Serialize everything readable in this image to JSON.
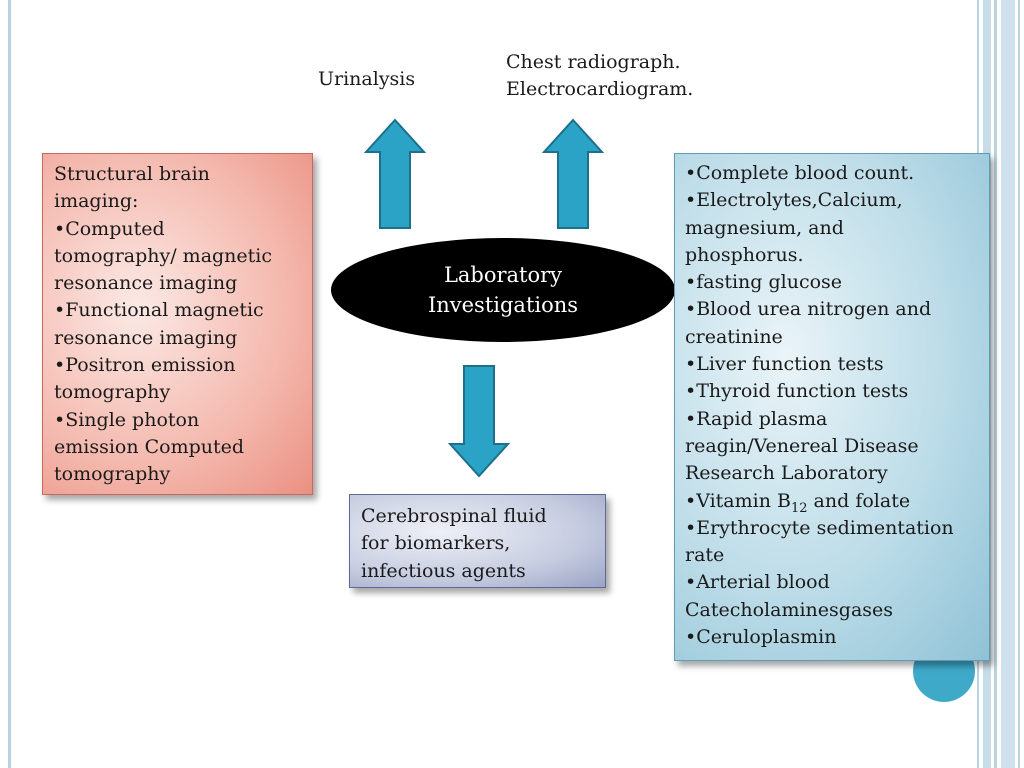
{
  "labels": {
    "top_left": "Urinalysis",
    "top_right": "Chest radiograph.\nElectrocardiogram.",
    "center": "Laboratory\nInvestigations"
  },
  "left_box": {
    "lines": [
      "Structural brain",
      "imaging:",
      "•Computed",
      "tomography/ magnetic",
      "resonance imaging",
      "•Functional magnetic",
      "resonance imaging",
      "•Positron emission",
      "tomography",
      "•Single photon",
      "emission Computed",
      "tomography"
    ]
  },
  "right_box": {
    "lines_before": [
      "•Complete blood count.",
      "•Electrolytes,Calcium,",
      "magnesium, and",
      "phosphorus.",
      "•fasting glucose",
      "•Blood urea nitrogen and",
      "creatinine",
      "•Liver function tests",
      "•Thyroid function tests",
      "•Rapid plasma",
      "reagin/Venereal Disease",
      "Research Laboratory"
    ],
    "vitamin_prefix": "•Vitamin B",
    "vitamin_sub": "12",
    "vitamin_suffix": " and folate",
    "lines_after": [
      "•Erythrocyte sedimentation",
      "rate",
      "•Arterial blood",
      "Catecholaminesgases",
      "•Ceruloplasmin"
    ]
  },
  "bottom_box": {
    "lines": [
      "Cerebrospinal fluid",
      "for biomarkers,",
      "infectious agents"
    ]
  },
  "colors": {
    "arrow_fill": "#2aa3c6",
    "arrow_stroke": "#1d6f8a",
    "accent_circle": "#3ea9c9"
  }
}
